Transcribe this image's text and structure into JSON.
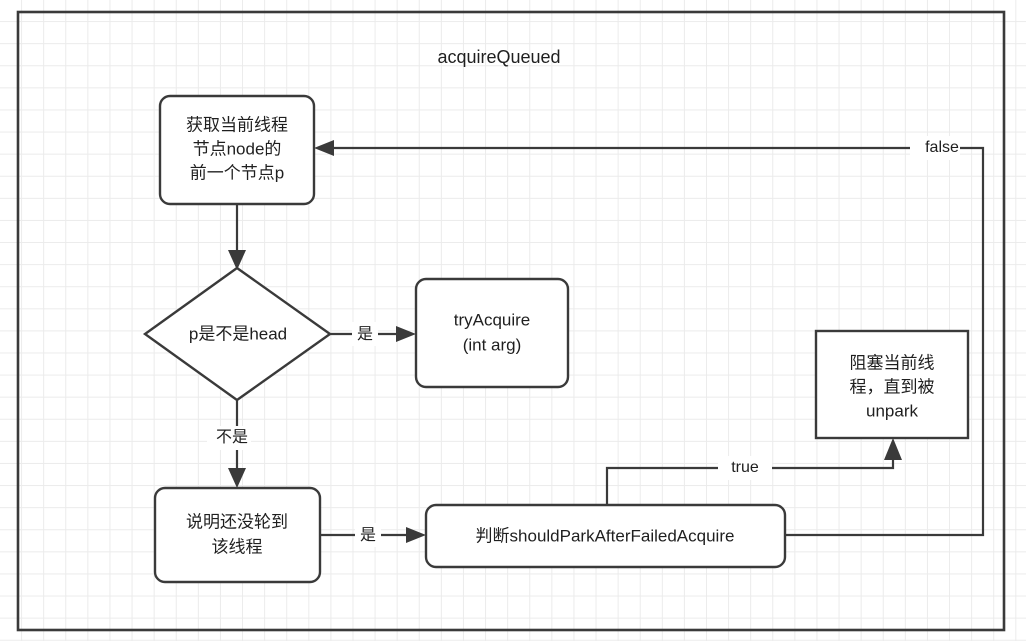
{
  "diagram": {
    "title": "acquireQueued",
    "type": "flowchart",
    "colors": {
      "stroke": "#3a3a3a",
      "text": "#1f1f1f",
      "shape_fill": "#ffffff",
      "canvas": "#ffffff",
      "grid": "#ebebeb"
    },
    "nodes": [
      {
        "id": "get-prev-node",
        "shape": "rounded-rect",
        "lines": [
          "获取当前线程",
          "节点node的",
          "前一个节点p"
        ]
      },
      {
        "id": "is-head",
        "shape": "diamond",
        "lines": [
          "p是不是head"
        ]
      },
      {
        "id": "try-acquire",
        "shape": "rounded-rect",
        "lines": [
          "tryAcquire",
          "(int arg)"
        ]
      },
      {
        "id": "not-turn",
        "shape": "rounded-rect",
        "lines": [
          "说明还没轮到",
          "该线程"
        ]
      },
      {
        "id": "should-park",
        "shape": "rounded-rect",
        "lines": [
          "判断shouldParkAfterFailedAcquire"
        ]
      },
      {
        "id": "block-thread",
        "shape": "rect",
        "lines": [
          "阻塞当前线",
          "程，直到被",
          "unpark"
        ]
      }
    ],
    "edges": [
      {
        "id": "prev-to-diamond",
        "from": "get-prev-node",
        "to": "is-head",
        "label": ""
      },
      {
        "id": "diamond-to-tryacquire",
        "from": "is-head",
        "to": "try-acquire",
        "label": "是"
      },
      {
        "id": "diamond-to-notturn",
        "from": "is-head",
        "to": "not-turn",
        "label": "不是"
      },
      {
        "id": "notturn-to-shouldpark",
        "from": "not-turn",
        "to": "should-park",
        "label": "是"
      },
      {
        "id": "shouldpark-to-block",
        "from": "should-park",
        "to": "block-thread",
        "label": "true"
      },
      {
        "id": "shouldpark-to-prev",
        "from": "should-park",
        "to": "get-prev-node",
        "label": "false"
      }
    ]
  }
}
